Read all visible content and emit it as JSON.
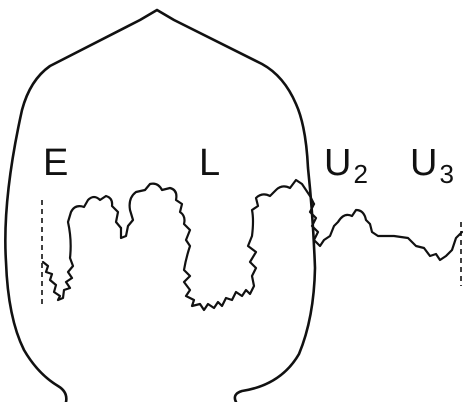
{
  "labels": {
    "E": "E",
    "L": "L",
    "U2_main": "U",
    "U2_sub": "2",
    "U3_main": "U",
    "U3_sub": "3"
  }
}
